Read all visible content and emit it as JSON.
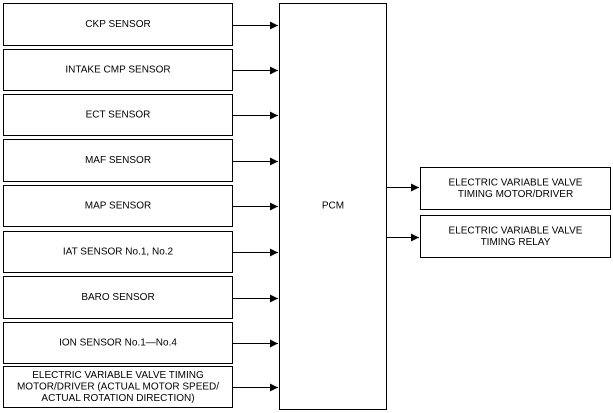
{
  "inputs": [
    {
      "lines": [
        "CKP SENSOR"
      ]
    },
    {
      "lines": [
        "INTAKE CMP SENSOR"
      ]
    },
    {
      "lines": [
        "ECT SENSOR"
      ]
    },
    {
      "lines": [
        "MAF SENSOR"
      ]
    },
    {
      "lines": [
        "MAP SENSOR"
      ]
    },
    {
      "lines": [
        "IAT SENSOR No.1, No.2"
      ]
    },
    {
      "lines": [
        "BARO SENSOR"
      ]
    },
    {
      "lines": [
        "ION SENSOR No.1—No.4"
      ]
    },
    {
      "lines": [
        "ELECTRIC VARIABLE VALVE TIMING",
        "MOTOR/DRIVER (ACTUAL MOTOR SPEED/",
        "ACTUAL ROTATION DIRECTION)"
      ]
    }
  ],
  "controller": {
    "label": "PCM"
  },
  "outputs": [
    {
      "lines": [
        "ELECTRIC VARIABLE VALVE",
        "TIMING MOTOR/DRIVER"
      ]
    },
    {
      "lines": [
        "ELECTRIC VARIABLE VALVE",
        "TIMING RELAY"
      ]
    }
  ]
}
